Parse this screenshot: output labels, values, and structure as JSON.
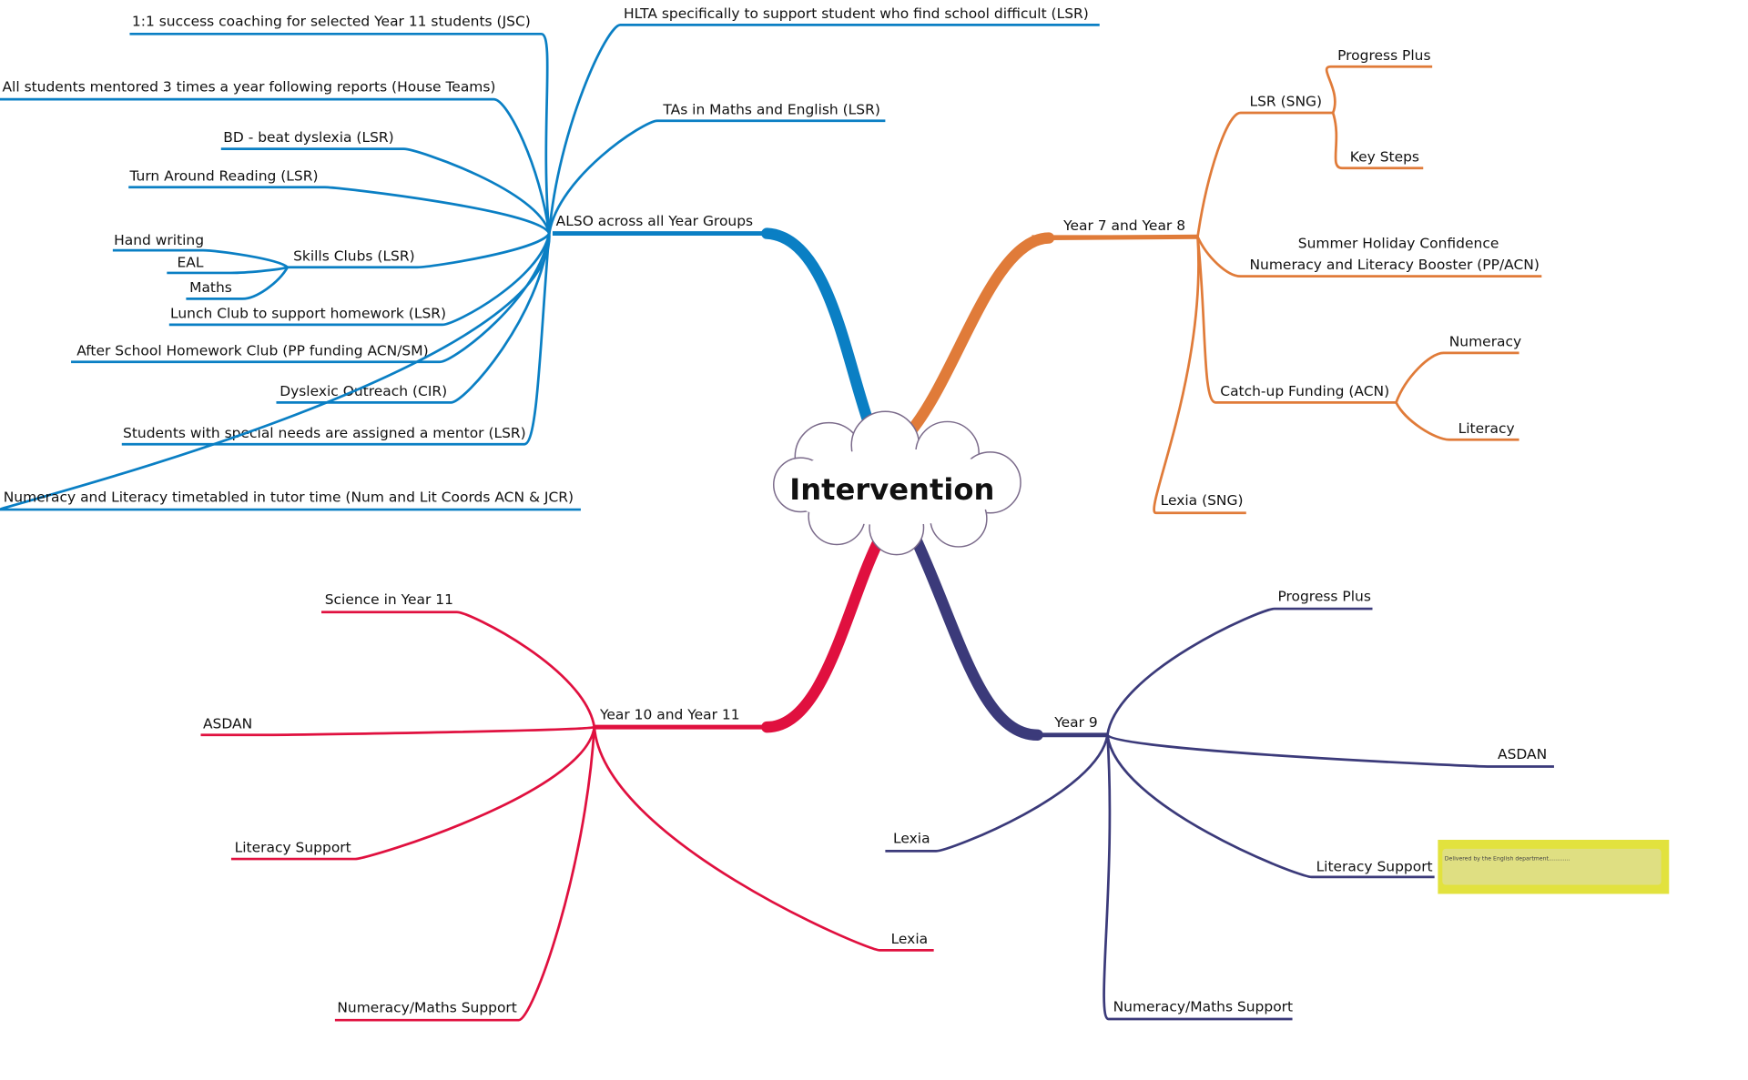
{
  "center": {
    "label": "Intervention"
  },
  "colors": {
    "blue": "#0a7fc4",
    "orange": "#e07b39",
    "red": "#e0103f",
    "navy": "#3b3a7a",
    "note": "#e2e23e"
  },
  "branches": {
    "all_years": {
      "label": "ALSO across all Year Groups",
      "items": [
        "1:1 success coaching for selected Year 11 students (JSC)",
        "HLTA specifically to support student who find school difficult (LSR)",
        "All students mentored 3 times a year following reports (House Teams)",
        "TAs in Maths and English (LSR)",
        "BD - beat dyslexia (LSR)",
        "Turn Around Reading (LSR)",
        "Skills Clubs (LSR)",
        "Lunch Club to support homework (LSR)",
        "After School Homework Club (PP funding ACN/SM)",
        "Dyslexic Outreach (CIR)",
        "Students with special needs are assigned a mentor (LSR)",
        "Numeracy and Literacy timetabled in tutor time (Num and Lit Coords ACN & JCR)"
      ],
      "skills_sub": [
        "Hand writing",
        "EAL",
        "Maths"
      ]
    },
    "year7_8": {
      "label": "Year 7 and Year 8",
      "items": [
        "LSR (SNG)",
        "Summer Holiday Confidence",
        "Numeracy and Literacy Booster (PP/ACN)",
        "Catch-up Funding (ACN)",
        "Lexia (SNG)"
      ],
      "lsr_sub": [
        "Progress Plus",
        "Key Steps"
      ],
      "catchup_sub": [
        "Numeracy",
        "Literacy"
      ]
    },
    "year10_11": {
      "label": "Year 10 and Year 11",
      "items": [
        "Science in Year 11",
        "ASDAN",
        "Literacy Support",
        "Lexia",
        "Numeracy/Maths Support"
      ]
    },
    "year9": {
      "label": "Year 9",
      "items": [
        "Progress Plus",
        "ASDAN",
        "Lexia",
        "Literacy Support",
        "Numeracy/Maths Support"
      ],
      "note": "Delivered by the English department............"
    }
  }
}
